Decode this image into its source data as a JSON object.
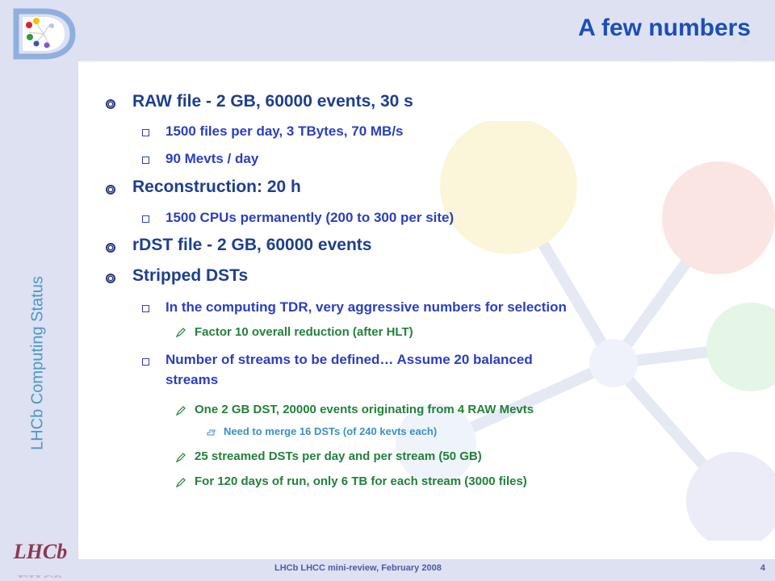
{
  "slide": {
    "title": "A few numbers",
    "side_title": "LHCb Computing Status",
    "footer": "LHCb LHCC mini-review, February 2008",
    "page_number": "4",
    "items": [
      {
        "level": 1,
        "text": "RAW file - 2 GB, 60000 events, 30 s"
      },
      {
        "level": 2,
        "text": "1500 files per day, 3 TBytes, 70 MB/s"
      },
      {
        "level": 2,
        "text": "90 Mevts / day"
      },
      {
        "level": 1,
        "text": "Reconstruction: 20 h"
      },
      {
        "level": 2,
        "text": "1500 CPUs permanently (200 to 300 per site)"
      },
      {
        "level": 1,
        "text": "rDST file - 2 GB, 60000 events"
      },
      {
        "level": 1,
        "text": "Stripped DSTs"
      },
      {
        "level": 2,
        "text": "In the computing TDR, very aggressive numbers for selection"
      },
      {
        "level": 3,
        "text": "Factor 10 overall reduction (after HLT)"
      },
      {
        "level": 2,
        "text": "Number of streams to be defined… Assume 20 balanced"
      },
      {
        "level": 2,
        "text": "streams"
      },
      {
        "level": 3,
        "text": "One 2 GB DST, 20000 events originating from 4 RAW Mevts"
      },
      {
        "level": 4,
        "text": "Need to merge 16 DSTs (of 240 kevts each)"
      },
      {
        "level": 3,
        "text": "25 streamed DSTs per day and per stream (50 GB)"
      },
      {
        "level": 3,
        "text": "For 120 days of run, only 6 TB for each stream (3000 files)"
      }
    ]
  },
  "logos": {
    "bottom_logo_text": "LHCb"
  },
  "colors": {
    "title": "#1b4fb4",
    "level1": "#1e3f8e",
    "level2": "#2a3fbe",
    "level3": "#22813a",
    "level4": "#3b8fc7",
    "band": "#dde1f2"
  }
}
